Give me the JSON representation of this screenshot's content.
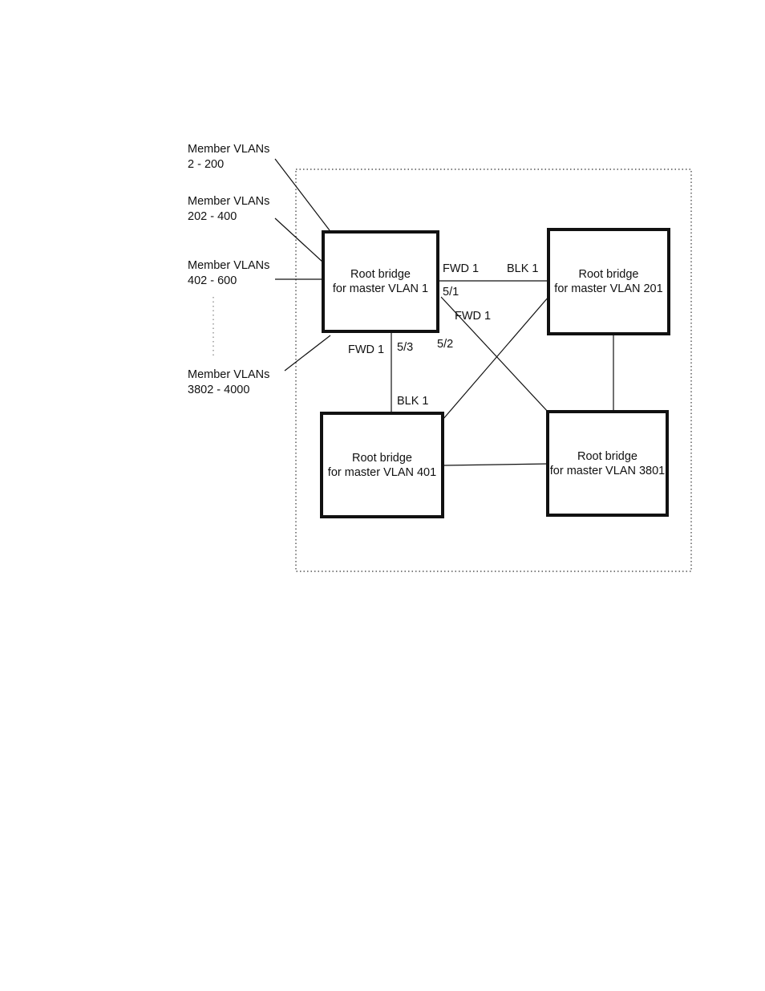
{
  "member_groups": [
    {
      "title": "Member VLANs",
      "range": "2 - 200"
    },
    {
      "title": "Member VLANs",
      "range": "202 - 400"
    },
    {
      "title": "Member VLANs",
      "range": "402 - 600"
    },
    {
      "title": "Member VLANs",
      "range": "3802 - 4000"
    }
  ],
  "bridges": [
    {
      "line1": "Root bridge",
      "line2": "for master VLAN 1"
    },
    {
      "line1": "Root bridge",
      "line2": "for master VLAN 201"
    },
    {
      "line1": "Root bridge",
      "line2": "for master VLAN 401"
    },
    {
      "line1": "Root bridge",
      "line2": "for master VLAN 3801"
    }
  ],
  "link_labels": {
    "fwd_top": "FWD 1",
    "blk_top": "BLK 1",
    "port_51": "5/1",
    "fwd_diag": "FWD 1",
    "fwd_left": "FWD 1",
    "port_53": "5/3",
    "port_52": "5/2",
    "blk_bottom": "BLK 1"
  }
}
